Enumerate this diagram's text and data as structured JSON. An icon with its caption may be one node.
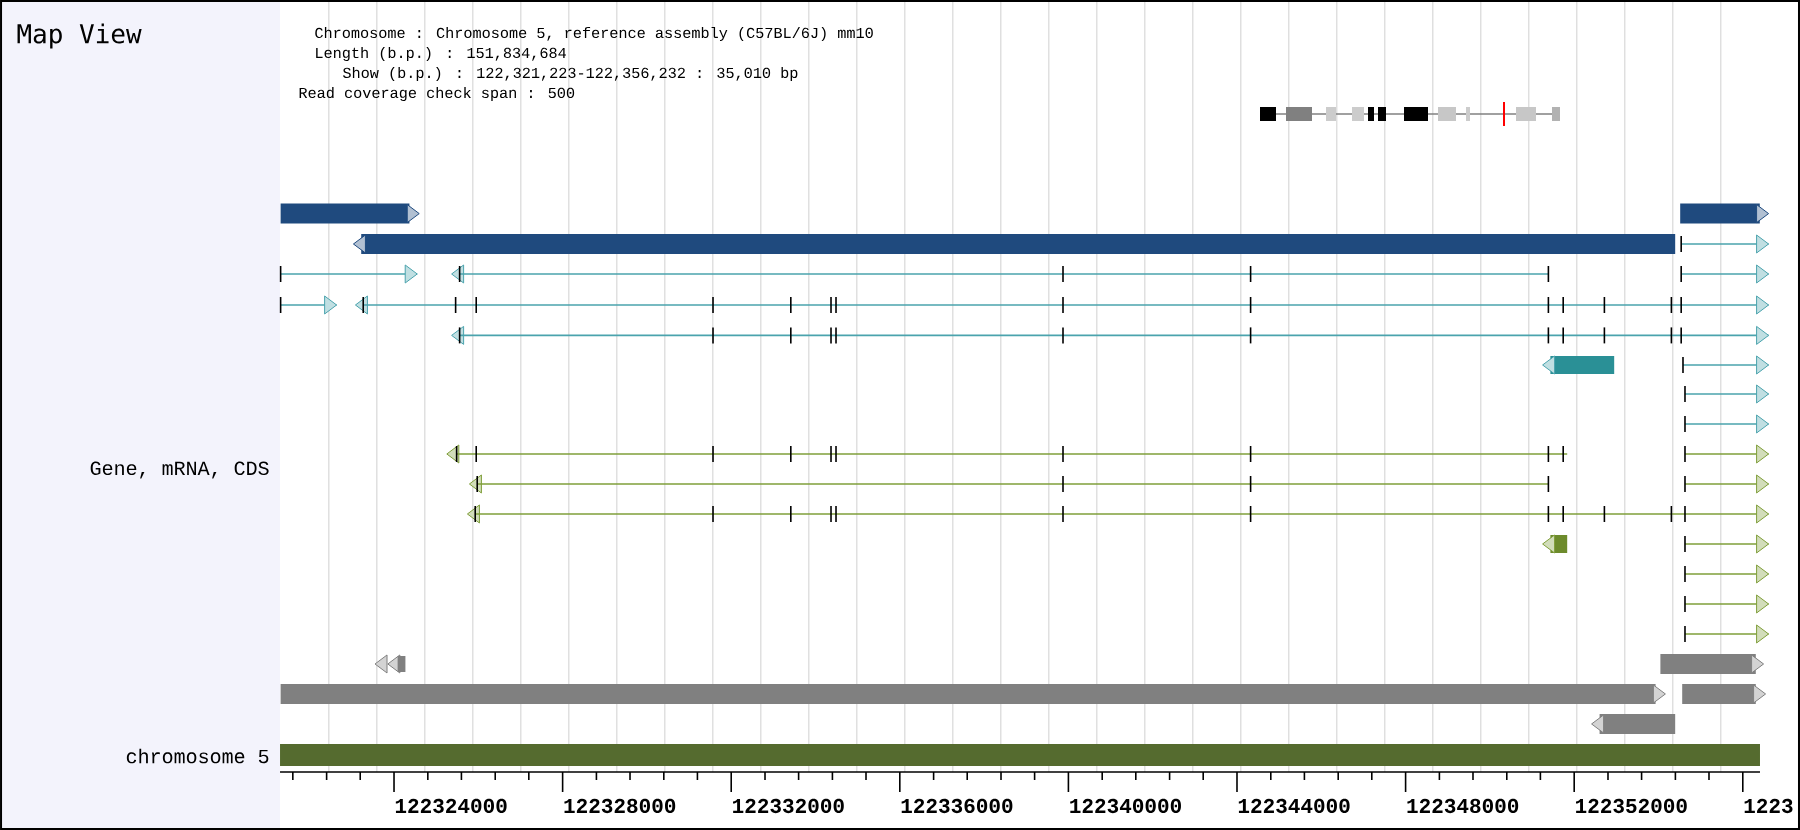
{
  "diagram": {
    "title": "Map View",
    "labels": [
      "Chromosome : Chromosome 5, reference assembly (C57BL/6J) mm10",
      "Length (b.p.) : 151,834,684",
      "Show (b.p.) : 122,321,223-122,356,232 : 35,010 bp",
      "Read coverage check span : 500",
      "Gene, mRNA, CDS",
      "chromosome 5",
      "122324000",
      "122328000",
      "122332000",
      "122336000",
      "122340000",
      "122344000",
      "122348000",
      "122352000",
      "1223"
    ]
  }
}
